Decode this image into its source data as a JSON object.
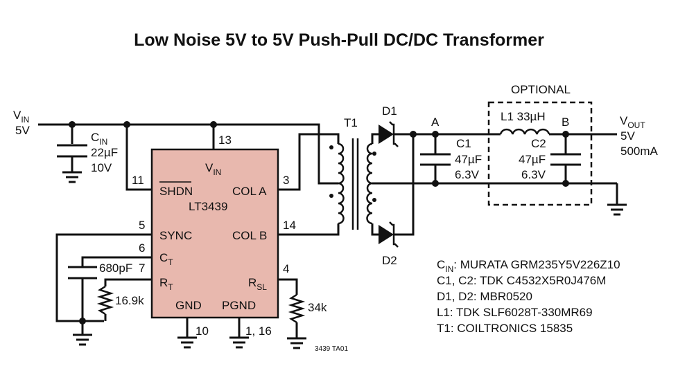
{
  "title": "Low Noise 5V to 5V Push-Pull DC/DC Transformer",
  "ic": {
    "name": "LT3439",
    "fill": "#e8b8ae",
    "pins": {
      "vin": "V",
      "vin_sub": "IN",
      "shdn": "SHDN",
      "sync": "SYNC",
      "ct": "C",
      "ct_sub": "T",
      "rt": "R",
      "rt_sub": "T",
      "gnd": "GND",
      "pgnd": "PGND",
      "cola": "COL A",
      "colb": "COL B",
      "rsl": "R",
      "rsl_sub": "SL"
    },
    "pin_numbers": {
      "vin": "13",
      "shdn": "11",
      "sync": "5",
      "ct": "6",
      "rt": "7",
      "gnd": "10",
      "pgnd": "1, 16",
      "cola": "3",
      "colb": "14",
      "rsl": "4"
    }
  },
  "input": {
    "label": "V",
    "label_sub": "IN",
    "value": "5V"
  },
  "cin": {
    "label": "C",
    "label_sub": "IN",
    "value": "22µF",
    "rating": "10V"
  },
  "ct_cap": {
    "value": "680pF"
  },
  "rt_res": {
    "value": "16.9k"
  },
  "rsl_res": {
    "value": "34k"
  },
  "transformer": {
    "label": "T1"
  },
  "d1": {
    "label": "D1"
  },
  "d2": {
    "label": "D2"
  },
  "node_a": {
    "label": "A"
  },
  "node_b": {
    "label": "B"
  },
  "c1": {
    "label": "C1",
    "value": "47µF",
    "rating": "6.3V"
  },
  "c2": {
    "label": "C2",
    "value": "47µF",
    "rating": "6.3V"
  },
  "l1": {
    "label": "L1 33µH"
  },
  "optional": {
    "label": "OPTIONAL"
  },
  "output": {
    "label": "V",
    "label_sub": "OUT",
    "value": "5V",
    "current": "500mA"
  },
  "bom": [
    {
      "prefix": "C",
      "sub": "IN",
      "text": ": MURATA GRM235Y5V226Z10"
    },
    {
      "prefix": "",
      "sub": "",
      "text": "C1, C2: TDK C4532X5R0J476M"
    },
    {
      "prefix": "",
      "sub": "",
      "text": "D1, D2: MBR0520"
    },
    {
      "prefix": "",
      "sub": "",
      "text": "L1: TDK SLF6028T-330MR69"
    },
    {
      "prefix": "",
      "sub": "",
      "text": "T1: COILTRONICS 15835"
    }
  ],
  "figure_id": "3439 TA01"
}
